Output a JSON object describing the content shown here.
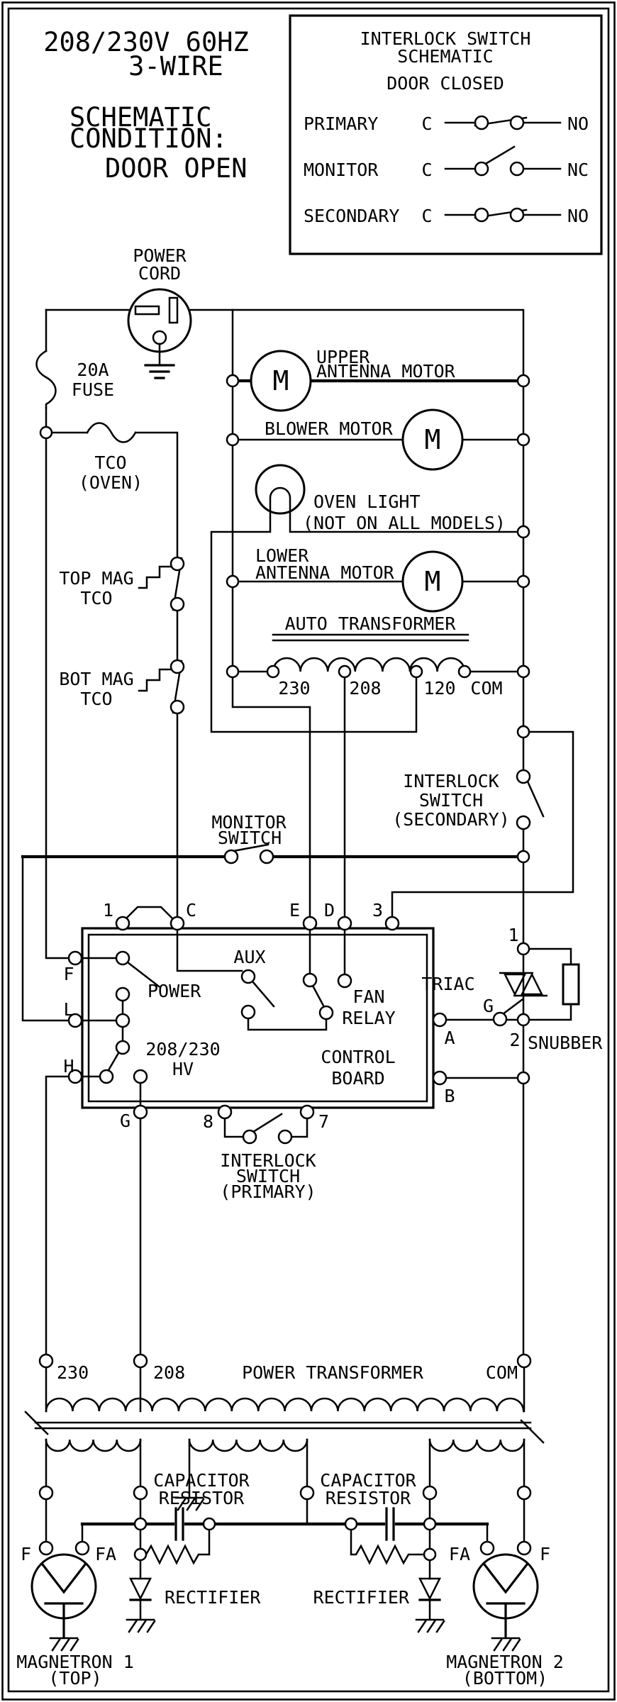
{
  "colors": {
    "ink": "#000000",
    "paper": "#ffffff"
  },
  "title_block": {
    "l1": "208/230V 60HZ",
    "l2": "3-WIRE",
    "l3": "SCHEMATIC",
    "l4": "CONDITION:",
    "l5": "DOOR OPEN"
  },
  "interlock_box": {
    "t1": "INTERLOCK SWITCH",
    "t2": "SCHEMATIC",
    "t3": "DOOR CLOSED",
    "rows": [
      {
        "label": "PRIMARY",
        "c": "C",
        "state": "NO"
      },
      {
        "label": "MONITOR",
        "c": "C",
        "state": "NC"
      },
      {
        "label": "SECONDARY",
        "c": "C",
        "state": "NO"
      }
    ]
  },
  "power_cord": {
    "l1": "POWER",
    "l2": "CORD"
  },
  "fuse": {
    "l1": "20A",
    "l2": "FUSE"
  },
  "tco_oven": {
    "l1": "TCO",
    "l2": "(OVEN)"
  },
  "top_mag_tco": {
    "l1": "TOP MAG",
    "l2": "TCO"
  },
  "bot_mag_tco": {
    "l1": "BOT MAG",
    "l2": "TCO"
  },
  "motors": {
    "m": "M",
    "upper_l1": "UPPER",
    "upper_l2": "ANTENNA MOTOR",
    "blower": "BLOWER MOTOR",
    "lower_l1": "LOWER",
    "lower_l2": "ANTENNA MOTOR"
  },
  "oven_light": {
    "l1": "OVEN LIGHT",
    "l2": "(NOT ON ALL MODELS)"
  },
  "auto_transformer": {
    "label": "AUTO TRANSFORMER",
    "taps": [
      "230",
      "208",
      "120",
      "COM"
    ]
  },
  "interlock_secondary": {
    "l1": "INTERLOCK",
    "l2": "SWITCH",
    "l3": "(SECONDARY)"
  },
  "monitor_switch": {
    "l1": "MONITOR",
    "l2": "SWITCH"
  },
  "control_board": {
    "t1": "1",
    "tc": "C",
    "tE": "E",
    "tD": "D",
    "t3": "3",
    "f": "F",
    "l": "L",
    "h": "H",
    "g": "G",
    "t8": "8",
    "t7": "7",
    "a": "A",
    "b": "B",
    "power": "POWER",
    "aux": "AUX",
    "fan_l1": "FAN",
    "fan_l2": "RELAY",
    "hv_l1": "208/230",
    "hv_l2": "HV",
    "name_l1": "CONTROL",
    "name_l2": "BOARD"
  },
  "interlock_primary": {
    "l1": "INTERLOCK",
    "l2": "SWITCH",
    "l3": "(PRIMARY)"
  },
  "triac": {
    "label": "TRIAC",
    "g": "G",
    "t1": "1",
    "t2": "2"
  },
  "snubber": {
    "label": "SNUBBER"
  },
  "power_transformer": {
    "label": "POWER TRANSFORMER",
    "taps": [
      "230",
      "208",
      "COM"
    ]
  },
  "cap_res_left": {
    "l1": "CAPACITOR",
    "l2": "RESISTOR"
  },
  "cap_res_right": {
    "l1": "CAPACITOR",
    "l2": "RESISTOR"
  },
  "rectifier_left": "RECTIFIER",
  "rectifier_right": "RECTIFIER",
  "magnetron1": {
    "f": "F",
    "fa": "FA",
    "l1": "MAGNETRON 1",
    "l2": "(TOP)"
  },
  "magnetron2": {
    "f": "F",
    "fa": "FA",
    "l1": "MAGNETRON 2",
    "l2": "(BOTTOM)"
  }
}
